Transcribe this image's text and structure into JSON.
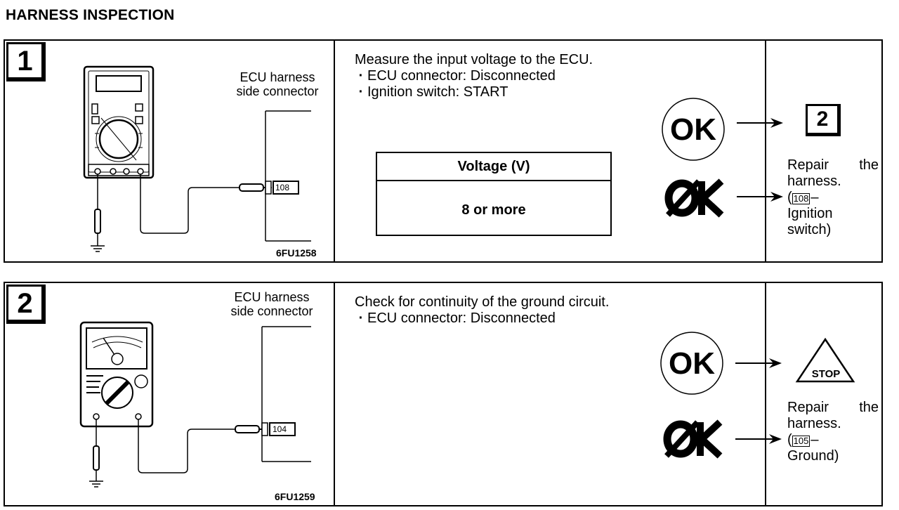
{
  "title": "HARNESS INSPECTION",
  "steps": [
    {
      "number": "1",
      "figure": {
        "label_line1": "ECU harness",
        "label_line2": "side connector",
        "connector": "108",
        "code": "6FU1258"
      },
      "instruction": "Measure the input voltage to the ECU.",
      "bullets": [
        "ECU connector: Disconnected",
        "Ignition switch: START"
      ],
      "table": {
        "header": "Voltage (V)",
        "value": "8 or more"
      },
      "ok_label": "OK",
      "ok_next": "2",
      "ng_action": {
        "line1_a": "Repair",
        "line1_b": "the",
        "line2": "harness.",
        "connector": "108",
        "line3_suffix": "–",
        "line4": "Ignition",
        "line5": "switch)"
      }
    },
    {
      "number": "2",
      "figure": {
        "label_line1": "ECU harness",
        "label_line2": "side connector",
        "connector": "104",
        "code": "6FU1259"
      },
      "instruction": "Check for continuity of the ground circuit.",
      "bullets": [
        "ECU connector: Disconnected"
      ],
      "ok_label": "OK",
      "ok_next": "STOP",
      "ng_action": {
        "line1_a": "Repair",
        "line1_b": "the",
        "line2": "harness.",
        "connector": "105",
        "line3_suffix": "–",
        "line4": "Ground)"
      }
    }
  ]
}
